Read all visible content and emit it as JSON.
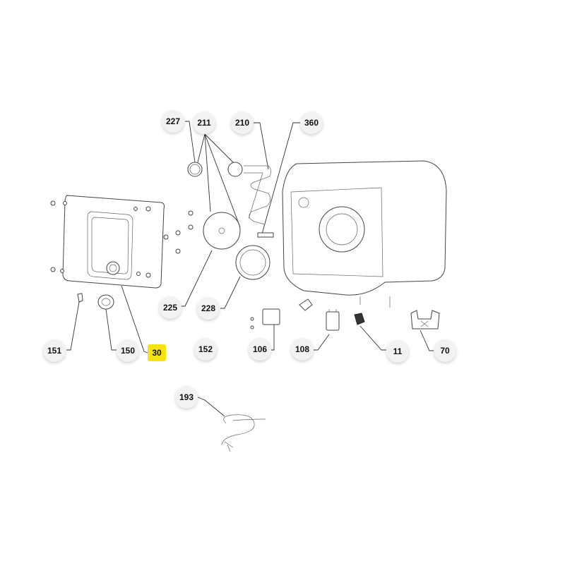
{
  "diagram": {
    "highlight_color": "#f5e311",
    "callouts": [
      {
        "id": "c227",
        "label": "227"
      },
      {
        "id": "c211",
        "label": "211"
      },
      {
        "id": "c210",
        "label": "210"
      },
      {
        "id": "c360",
        "label": "360"
      },
      {
        "id": "c225",
        "label": "225"
      },
      {
        "id": "c228",
        "label": "228"
      },
      {
        "id": "c151",
        "label": "151"
      },
      {
        "id": "c150",
        "label": "150"
      },
      {
        "id": "c30",
        "label": "30",
        "highlighted": true
      },
      {
        "id": "c152",
        "label": "152"
      },
      {
        "id": "c106",
        "label": "106"
      },
      {
        "id": "c108",
        "label": "108"
      },
      {
        "id": "c11",
        "label": "11"
      },
      {
        "id": "c70",
        "label": "70"
      },
      {
        "id": "c193",
        "label": "193"
      }
    ]
  }
}
